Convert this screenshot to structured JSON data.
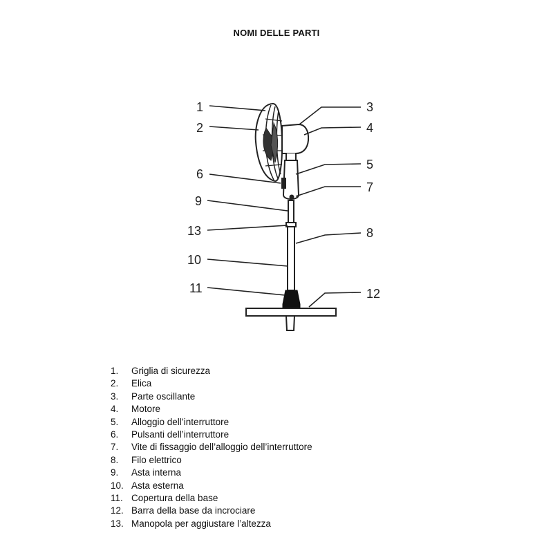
{
  "title": "NOMI DELLE PARTI",
  "callouts": [
    "1",
    "2",
    "3",
    "4",
    "5",
    "6",
    "7",
    "9",
    "8",
    "13",
    "10",
    "11",
    "12"
  ],
  "parts": [
    {
      "num": "1.",
      "label": "Griglia di sicurezza"
    },
    {
      "num": "2.",
      "label": "Elica"
    },
    {
      "num": "3.",
      "label": "Parte oscillante"
    },
    {
      "num": "4.",
      "label": "Motore"
    },
    {
      "num": "5.",
      "label": "Alloggio dell’interruttore"
    },
    {
      "num": "6.",
      "label": "Pulsanti dell’interruttore"
    },
    {
      "num": "7.",
      "label": "Vite di fissaggio dell’alloggio dell’interruttore"
    },
    {
      "num": "8.",
      "label": "Filo elettrico"
    },
    {
      "num": "9.",
      "label": "Asta interna"
    },
    {
      "num": "10.",
      "label": "Asta esterna"
    },
    {
      "num": "11.",
      "label": "Copertura della base"
    },
    {
      "num": "12.",
      "label": "Barra della base da incrociare"
    },
    {
      "num": "13.",
      "label": "Manopola per aggiustare l’altezza"
    }
  ]
}
